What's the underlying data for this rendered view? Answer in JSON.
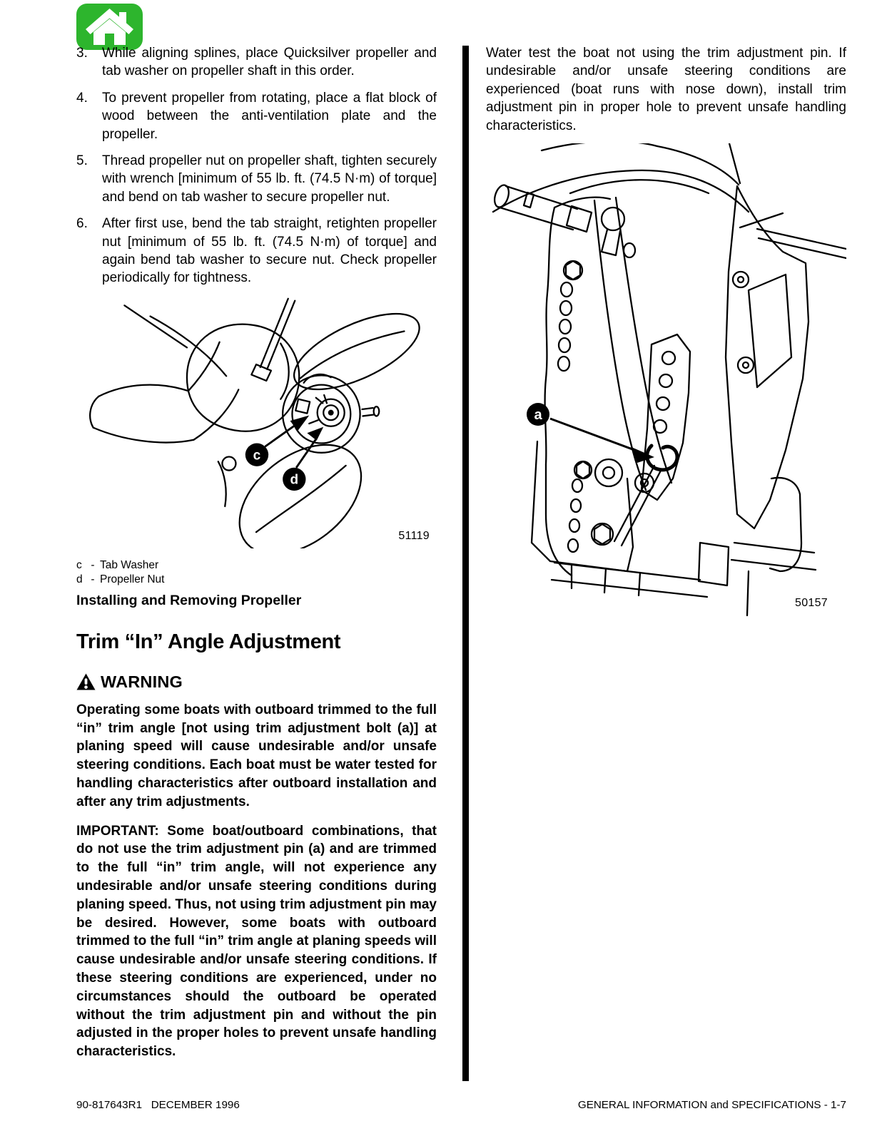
{
  "icons": {
    "home": "house-glyph-on-green-rounded-square",
    "warning": "triangle-exclamation"
  },
  "colors": {
    "home_green": "#2db52d",
    "ink": "#000000"
  },
  "left_column": {
    "steps": [
      {
        "num": "3.",
        "text": "While aligning splines, place Quicksilver propeller and tab washer on propeller shaft in this order."
      },
      {
        "num": "4.",
        "text": "To prevent propeller from rotating, place a flat block of wood between the anti-ventilation plate and the propeller."
      },
      {
        "num": "5.",
        "text": "Thread propeller nut on propeller shaft, tighten securely with wrench [minimum of 55 lb. ft. (74.5 N·m) of torque] and bend on tab washer to secure propeller nut."
      },
      {
        "num": "6.",
        "text": "After first use, bend the tab straight, retighten propeller nut [minimum of 55 lb. ft. (74.5 N·m) of torque] and again bend tab washer to secure nut. Check propeller periodically for tightness."
      }
    ],
    "propeller_figure": {
      "number": "51119",
      "callouts": {
        "c": "c",
        "d": "d"
      },
      "captions": [
        {
          "letter": "c",
          "sep": "-",
          "text": "Tab Washer"
        },
        {
          "letter": "d",
          "sep": "-",
          "text": "Propeller Nut"
        }
      ],
      "title": "Installing and Removing Propeller"
    },
    "section": {
      "heading": "Trim “In” Angle Adjustment",
      "warning_label": "WARNING",
      "warning_text": "Operating some boats with outboard trimmed to the full “in” trim angle [not using trim adjustment bolt (a)] at planing speed will cause undesirable and/or unsafe steering conditions. Each boat must be water tested for handling characteristics after outboard installation and after any trim adjustments.",
      "important_text": "IMPORTANT: Some boat/outboard combinations, that do not use the trim adjustment pin (a) and are trimmed to the full “in” trim angle, will not experience any undesirable and/or unsafe steering conditions during planing speed. Thus, not using trim adjustment pin may be desired. However, some boats with outboard trimmed to the full “in” trim angle at planing speeds will cause undesirable and/or unsafe steering conditions. If these steering conditions are experienced, under no circumstances should the outboard be operated without the trim adjustment pin and without the pin adjusted in the proper holes to prevent unsafe handling characteristics."
    }
  },
  "right_column": {
    "paragraph": "Water test the boat not using the trim adjustment pin. If undesirable and/or unsafe steering conditions are experienced (boat runs with nose down), install trim adjustment pin in proper hole to prevent unsafe handling characteristics.",
    "bracket_figure": {
      "number": "50157",
      "callout": "a"
    }
  },
  "footer": {
    "left": "90-817643R1   DECEMBER 1996",
    "right": "GENERAL INFORMATION and SPECIFICATIONS - 1-7"
  }
}
